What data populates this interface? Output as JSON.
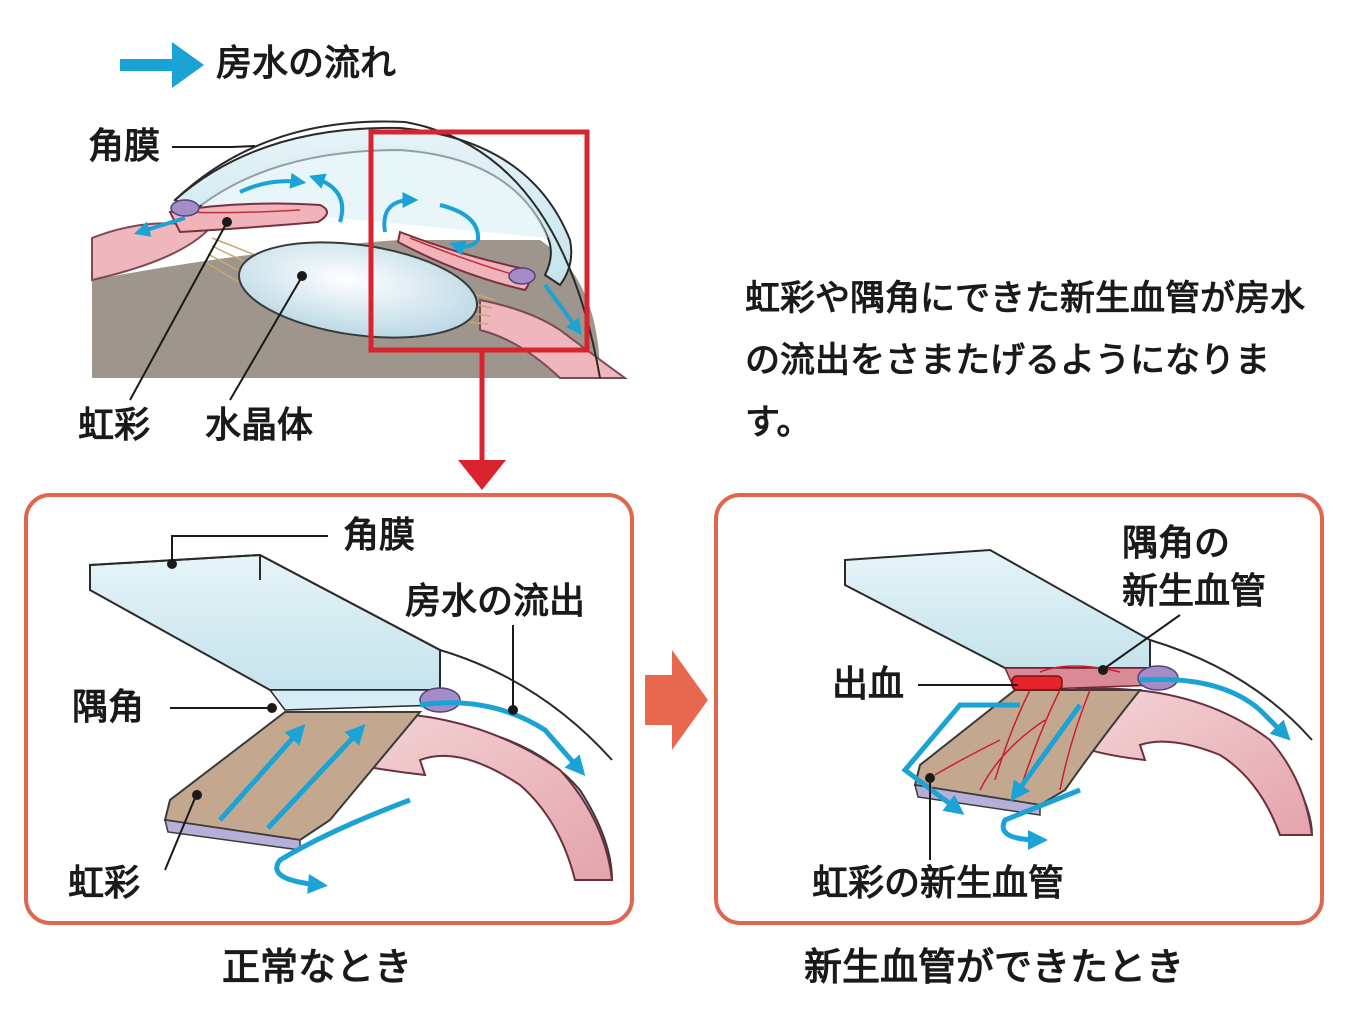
{
  "legend": {
    "label": "房水の流れ",
    "arrow_color": "#1aa3d4"
  },
  "top_diagram": {
    "cornea_label": "角膜",
    "iris_label": "虹彩",
    "lens_label": "水晶体"
  },
  "description": "虹彩や隅角にできた新生血管が房水の流出をさまたげるようになります。",
  "panel_normal": {
    "cornea_label": "角膜",
    "outflow_label": "房水の流出",
    "angle_label": "隅角",
    "iris_label": "虹彩",
    "caption": "正常なとき"
  },
  "panel_neo": {
    "angle_neo_label_1": "隅角の",
    "angle_neo_label_2": "新生血管",
    "bleeding_label": "出血",
    "iris_neo_label": "虹彩の新生血管",
    "caption": "新生血管ができたとき"
  },
  "colors": {
    "flow": "#1aa3d4",
    "highlight_box": "#d9232e",
    "panel_border": "#e06650",
    "transition_arrow": "#e8684f"
  }
}
